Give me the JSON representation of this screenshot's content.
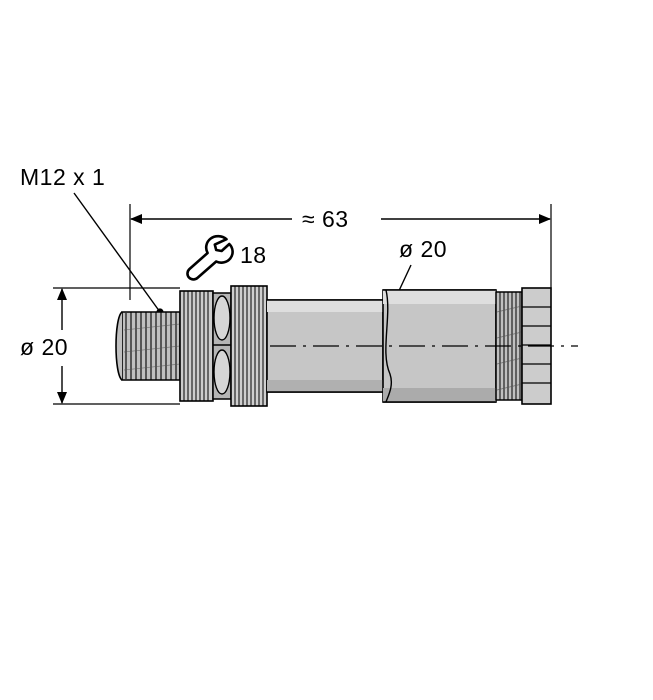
{
  "drawing": {
    "title": "M12 male connector technical dimension drawing",
    "background_color": "#ffffff",
    "line_color": "#000000",
    "body_fill": "#c8c8c8",
    "body_fill_light": "#d8d8d8",
    "body_fill_dark": "#a8a8a8"
  },
  "labels": {
    "thread": "M12 x 1",
    "diameter_left": "ø 20",
    "length": "≈ 63",
    "wrench_size": "18",
    "diameter_body": "ø 20"
  },
  "icons": {
    "wrench": "wrench-icon"
  }
}
